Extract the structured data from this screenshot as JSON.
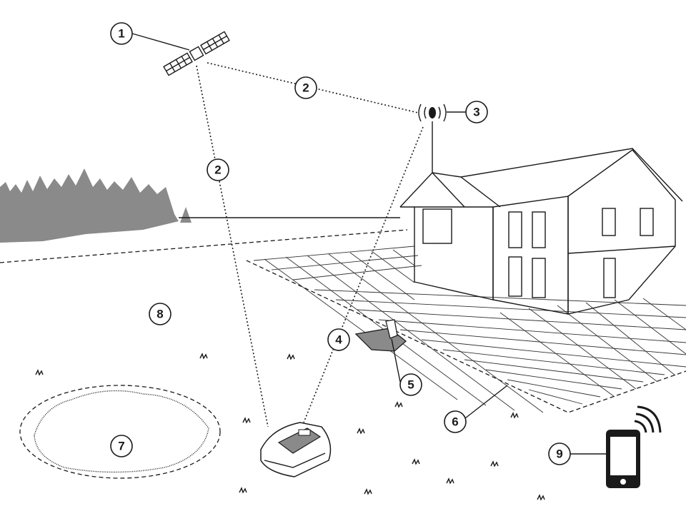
{
  "diagram": {
    "callouts": [
      {
        "label": "1"
      },
      {
        "label": "2"
      },
      {
        "label": "2"
      },
      {
        "label": "3"
      },
      {
        "label": "4"
      },
      {
        "label": "5"
      },
      {
        "label": "6"
      },
      {
        "label": "7"
      },
      {
        "label": "8"
      },
      {
        "label": "9"
      }
    ]
  }
}
